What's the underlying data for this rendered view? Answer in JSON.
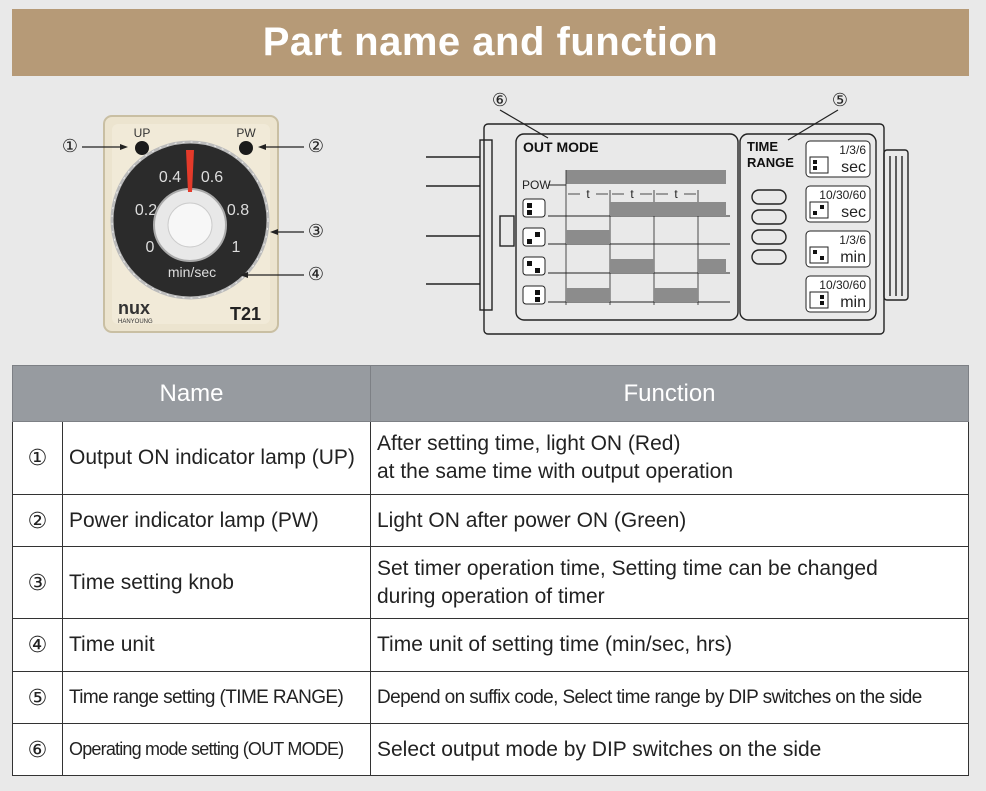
{
  "title": "Part name and function",
  "colors": {
    "banner": "#b69a77",
    "header_bg": "#979ba0",
    "knob_pointer": "#e43a2a",
    "page_bg": "#e9e9e9"
  },
  "device_photo": {
    "lamp_up_label": "UP",
    "lamp_pw_label": "PW",
    "dial_numbers": [
      "0",
      "0.2",
      "0.4",
      "0.6",
      "0.8",
      "1"
    ],
    "unit_label": "min/sec",
    "brand": "nux",
    "brand_sub": "HANYOUNG",
    "model": "T21",
    "callouts": [
      "①",
      "②",
      "③",
      "④"
    ]
  },
  "side_diagram": {
    "callouts": [
      "⑥",
      "⑤"
    ],
    "out_mode_label": "OUT MODE",
    "pow_label": "POW",
    "t_label": "t",
    "time_range_label_1": "TIME",
    "time_range_label_2": "RANGE",
    "ranges": [
      {
        "top": "1/3/6",
        "unit": "sec"
      },
      {
        "top": "10/30/60",
        "unit": "sec"
      },
      {
        "top": "1/3/6",
        "unit": "min"
      },
      {
        "top": "10/30/60",
        "unit": "min"
      }
    ]
  },
  "table": {
    "headers": [
      "Name",
      "Function"
    ],
    "rows": [
      {
        "num": "①",
        "name": "Output ON indicator lamp (UP)",
        "function": [
          "After setting time, light ON (Red)",
          "at the same time with output operation"
        ]
      },
      {
        "num": "②",
        "name": "Power indicator lamp (PW)",
        "function": [
          "Light ON after power ON (Green)"
        ]
      },
      {
        "num": "③",
        "name": "Time setting knob",
        "function": [
          "Set timer operation time, Setting time can be changed",
          "during operation of timer"
        ]
      },
      {
        "num": "④",
        "name": "Time unit",
        "function": [
          "Time unit of setting time (min/sec, hrs)"
        ]
      },
      {
        "num": "⑤",
        "name": "Time range setting (TIME RANGE)",
        "function": [
          "Depend on suffix code, Select time range by DIP switches on the side"
        ]
      },
      {
        "num": "⑥",
        "name": "Operating mode setting (OUT MODE)",
        "function": [
          "Select output mode by DIP switches on the side"
        ]
      }
    ]
  }
}
